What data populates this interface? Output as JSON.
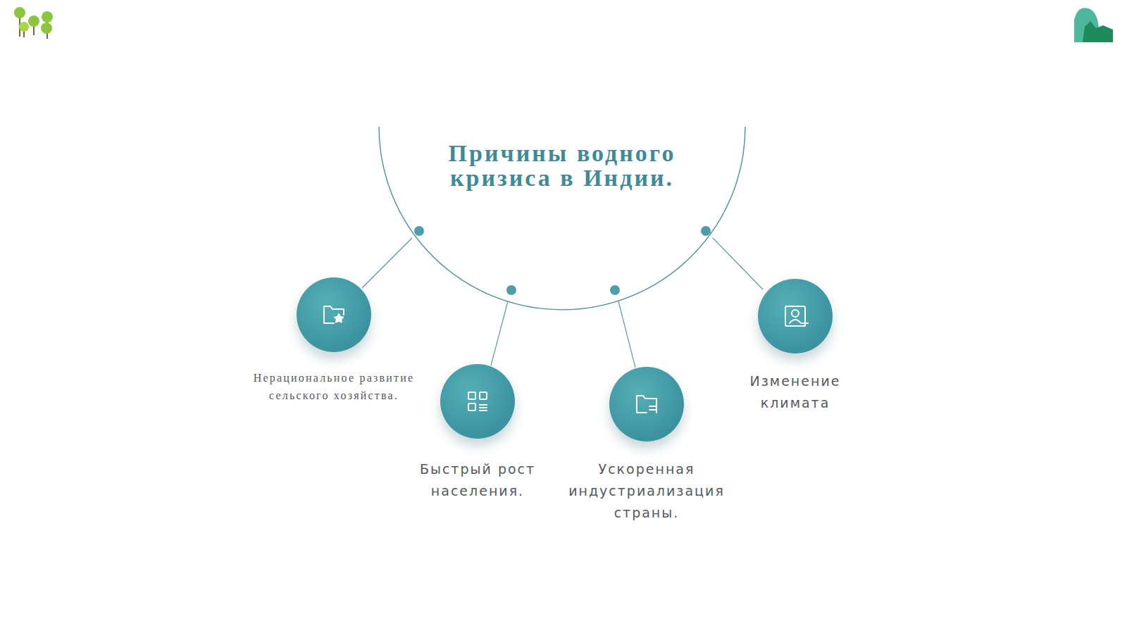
{
  "diagram": {
    "title": "Причины водного кризиса в Индии.",
    "nodes": [
      {
        "text": [
          "Нерациональное развитие сельского хозяйства."
        ]
      },
      {
        "text": [
          "Быстрый рост населения."
        ]
      },
      {
        "text": [
          "Ускоренная индустриализация страны."
        ]
      },
      {
        "text": [
          "Изменение климата"
        ]
      }
    ]
  }
}
